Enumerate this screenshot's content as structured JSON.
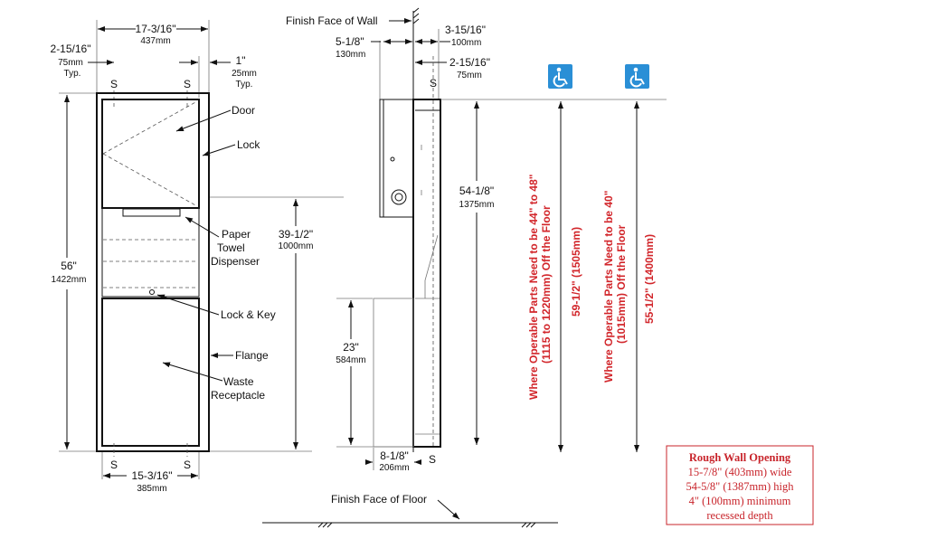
{
  "front": {
    "width_in": "17-3/16\"",
    "width_mm": "437mm",
    "left_in": "2-15/16\"",
    "left_mm": "75mm",
    "left_typ": "Typ.",
    "right_in": "1\"",
    "right_mm": "25mm",
    "right_typ": "Typ.",
    "s": "S",
    "height_in": "56\"",
    "height_mm": "1422mm",
    "h2_in": "39-1/2\"",
    "h2_mm": "1000mm",
    "bottom_in": "15-3/16\"",
    "bottom_mm": "385mm",
    "labels": {
      "door": "Door",
      "lock": "Lock",
      "paper1": "Paper",
      "paper2": "Towel",
      "paper3": "Dispenser",
      "lockkey": "Lock & Key",
      "flange": "Flange",
      "waste1": "Waste",
      "waste2": "Receptacle"
    }
  },
  "side": {
    "wall": "Finish Face of Wall",
    "d1_in": "5-1/8\"",
    "d1_mm": "130mm",
    "d2_in": "3-15/16\"",
    "d2_mm": "100mm",
    "d3_in": "2-15/16\"",
    "d3_mm": "75mm",
    "h_in": "54-1/8\"",
    "h_mm": "1375mm",
    "h23_in": "23\"",
    "h23_mm": "584mm",
    "b_in": "8-1/8\"",
    "b_mm": "206mm",
    "s": "S",
    "floor": "Finish Face of Floor"
  },
  "ada": {
    "note1a": "Where Operable Parts Need to be 44\" to 48\"",
    "note1b": "(1115 to 1220mm) Off the Floor",
    "dim1": "59-1/2\" (1505mm)",
    "note2a": "Where Operable Parts Need to be 40\"",
    "note2b": "(1015mm)  Off the Floor",
    "dim2": "55-1/2\" (1400mm)"
  },
  "rough": {
    "title": "Rough Wall Opening",
    "l1": "15-7/8\" (403mm) wide",
    "l2": "54-5/8\" (1387mm) high",
    "l3": "4\" (100mm) minimum",
    "l4": "recessed depth"
  },
  "colors": {
    "accent": "#d2262b",
    "ada_blue": "#2a8fd6"
  }
}
